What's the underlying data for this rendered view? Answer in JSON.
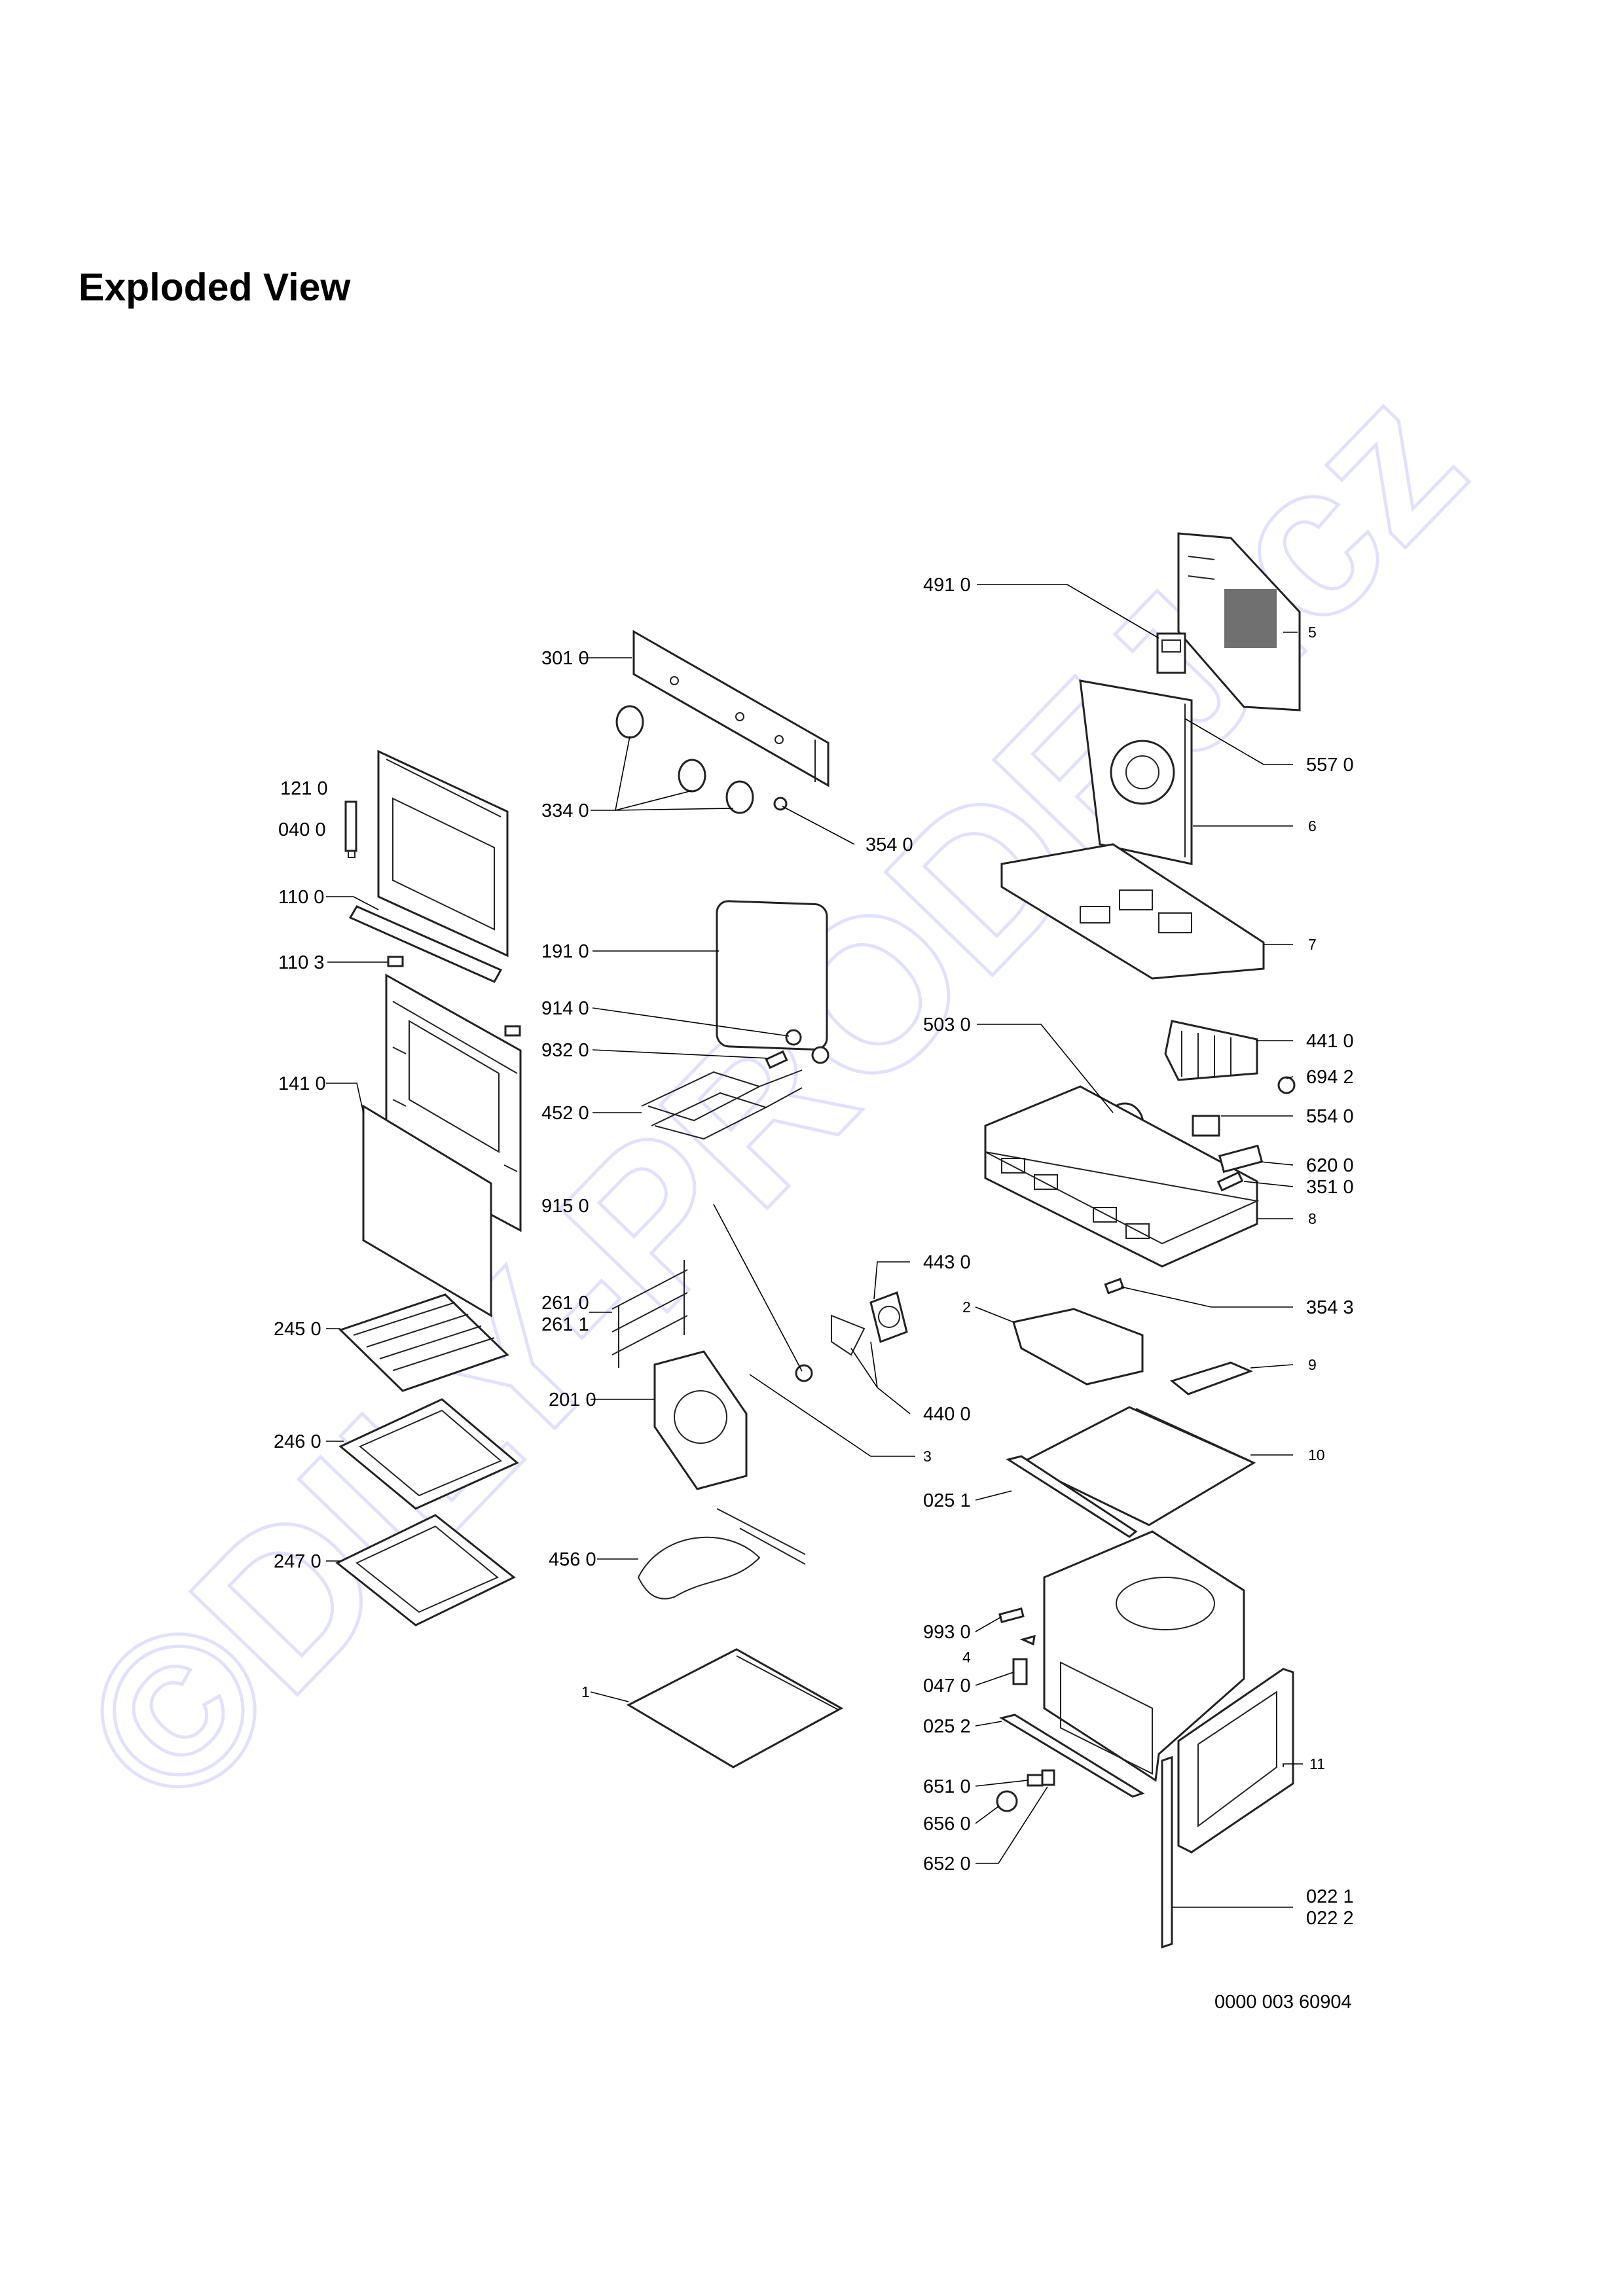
{
  "title": "Exploded View",
  "drawing_number": "0000 003 60904",
  "watermark": "©DILY-PRODEJ.cz",
  "colors": {
    "watermark": "#c9c9ff",
    "ink": "#000000"
  },
  "labels": {
    "p4910": "491 0",
    "p5": "5",
    "p3010": "301 0",
    "p5570": "557 0",
    "p1210": "121 0",
    "p3340": "334 0",
    "p6": "6",
    "p0400": "040 0",
    "p3540": "354 0",
    "p1100": "110 0",
    "p7": "7",
    "p1910": "191 0",
    "p1103": "110 3",
    "p9140": "914 0",
    "p5030": "503 0",
    "p4410": "441 0",
    "p9320": "932 0",
    "p6942": "694 2",
    "p1410": "141 0",
    "p4520": "452 0",
    "p5540": "554 0",
    "p6200": "620 0",
    "p3510": "351 0",
    "p9150": "915 0",
    "p8": "8",
    "p4430": "443 0",
    "p2610": "261 0",
    "p2611": "261 1",
    "p2": "2",
    "p3543": "354 3",
    "p2450": "245 0",
    "p9": "9",
    "p2010": "201 0",
    "p4400": "440 0",
    "p2460": "246 0",
    "p3": "3",
    "p10": "10",
    "p0251": "025 1",
    "p2470": "247 0",
    "p4560": "456 0",
    "p9930": "993 0",
    "p4": "4",
    "p1": "1",
    "p0470": "047 0",
    "p0252": "025 2",
    "p11": "11",
    "p6510": "651 0",
    "p6560": "656 0",
    "p6520": "652 0",
    "p0221": "022 1",
    "p0222": "022 2"
  }
}
